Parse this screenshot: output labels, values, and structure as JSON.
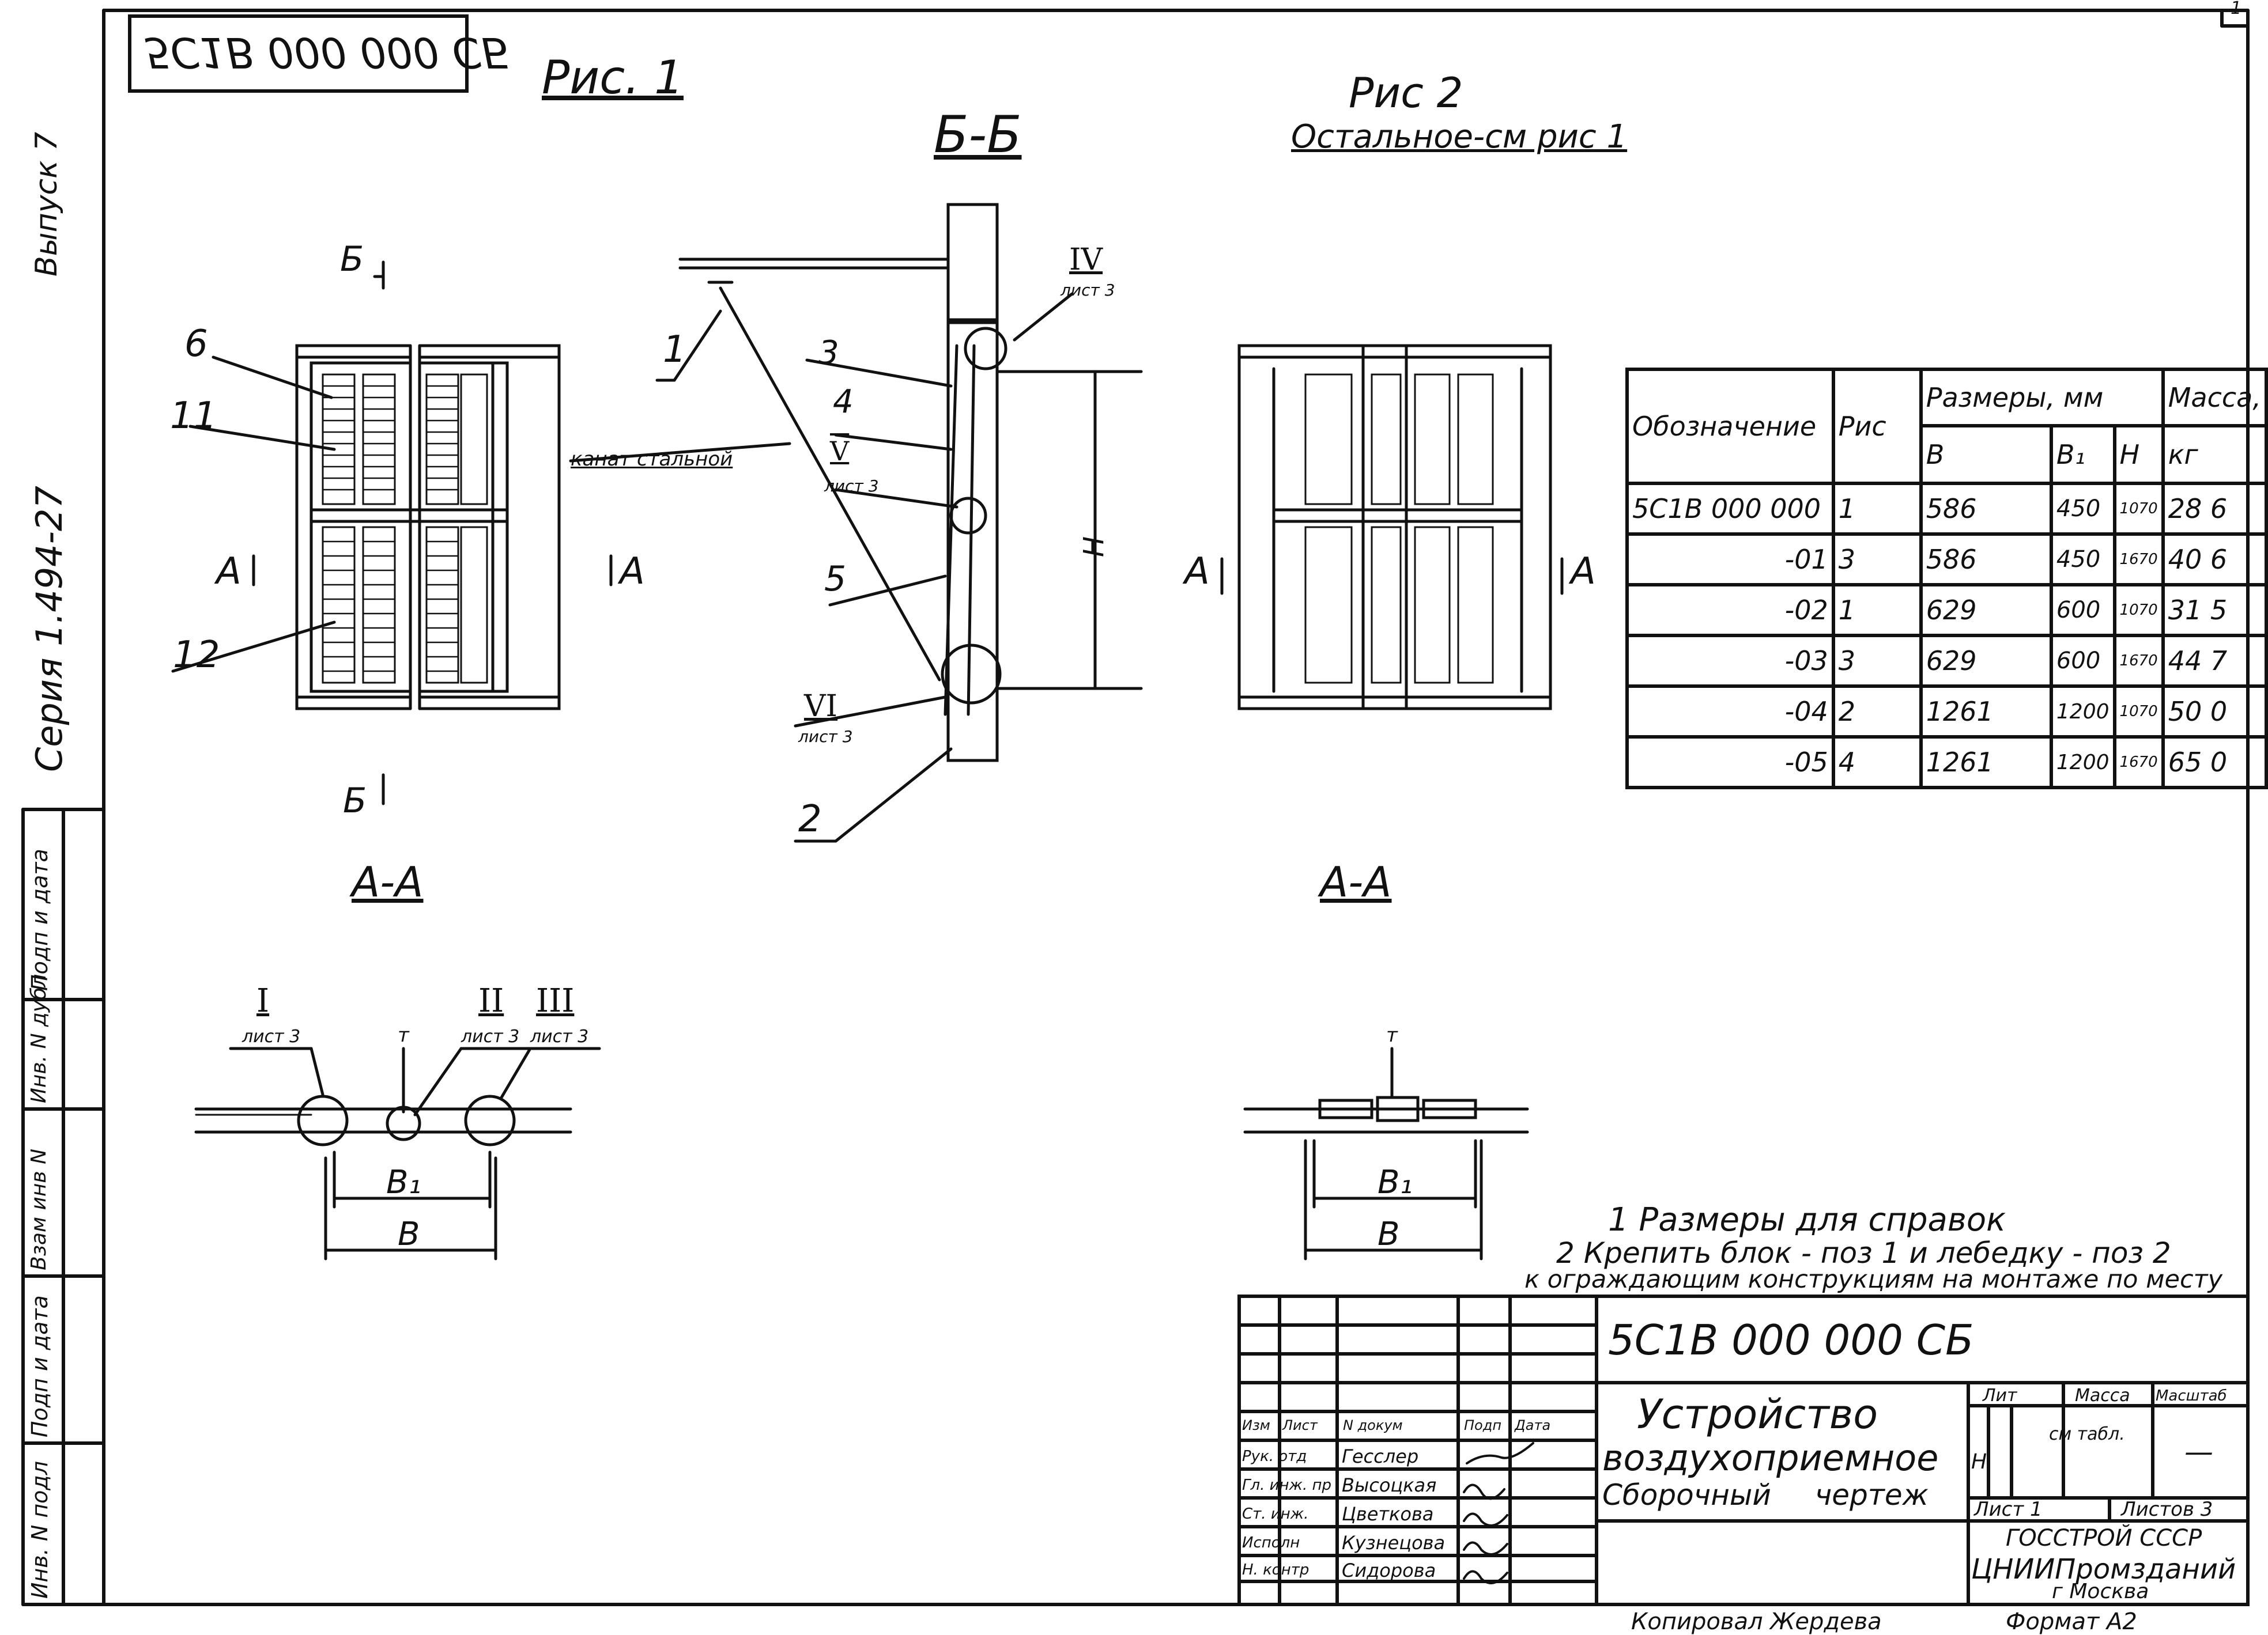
{
  "stamp_code_mirrored": "5С1В 000 000 СБ",
  "figure1": {
    "title": "Рис. 1",
    "section_BB": "Б-Б",
    "section_AA": "А-А",
    "arrow_B": "Б",
    "arrow_A": "А",
    "positions": [
      "6",
      "11",
      "12"
    ]
  },
  "figure_side": {
    "positions": [
      "1",
      "2",
      "3",
      "4",
      "5"
    ],
    "rope_label": "канат стальной",
    "callouts": [
      {
        "num": "IV",
        "sheet": "лист 3"
      },
      {
        "num": "V",
        "sheet": "лист 3"
      },
      {
        "num": "VI",
        "sheet": "лист 3"
      }
    ],
    "height_label": "Н"
  },
  "figure2": {
    "title": "Рис 2",
    "subtitle": "Остальное-см рис 1",
    "section_AA": "А-А",
    "arrow_A": "А"
  },
  "plan_callouts": [
    {
      "num": "I",
      "sheet": "лист 3"
    },
    {
      "num": "II",
      "sheet": "лист 3"
    },
    {
      "num": "III",
      "sheet": "лист 3"
    }
  ],
  "dim_labels": {
    "B1": "В₁",
    "B": "В",
    "T": "т"
  },
  "table": {
    "headers": {
      "designation": "Обозначение",
      "fig": "Рис",
      "dims": "Размеры, мм",
      "mass": "Масса,",
      "mass_unit": "кг",
      "B": "В",
      "B1": "В₁",
      "H": "Н"
    },
    "rows": [
      {
        "designation": "5С1В 000 000",
        "fig": "1",
        "B": "586",
        "B1": "450",
        "H": "1070",
        "mass": "28 6"
      },
      {
        "designation": "-01",
        "fig": "3",
        "B": "586",
        "B1": "450",
        "H": "1670",
        "mass": "40 6"
      },
      {
        "designation": "-02",
        "fig": "1",
        "B": "629",
        "B1": "600",
        "H": "1070",
        "mass": "31 5"
      },
      {
        "designation": "-03",
        "fig": "3",
        "B": "629",
        "B1": "600",
        "H": "1670",
        "mass": "44 7"
      },
      {
        "designation": "-04",
        "fig": "2",
        "B": "1261",
        "B1": "1200",
        "H": "1070",
        "mass": "50 0"
      },
      {
        "designation": "-05",
        "fig": "4",
        "B": "1261",
        "B1": "1200",
        "H": "1670",
        "mass": "65 0"
      }
    ]
  },
  "notes": [
    "1 Размеры для справок",
    "2 Крепить блок - поз 1 и лебедку - поз 2",
    "к ограждающим конструкциям на монтаже по месту"
  ],
  "title_block": {
    "code": "5С1В 000 000 СБ",
    "title_line1": "Устройство",
    "title_line2": "воздухоприемное",
    "title_line3": "Сборочный  чертеж",
    "col_headers": [
      "Изм",
      "Лист",
      "N докум",
      "Подп",
      "Дата"
    ],
    "people": [
      {
        "role": "Рук. отд",
        "name": "Гесслер"
      },
      {
        "role": "Гл. инж. пр",
        "name": "Высоцкая"
      },
      {
        "role": "Ст. инж.",
        "name": "Цветкова"
      },
      {
        "role": "Исполн",
        "name": "Кузнецова"
      },
      {
        "role": "Н. контр",
        "name": "Сидорова"
      }
    ],
    "lit_label": "Лит",
    "mass_label": "Масса",
    "scale_label": "Масштаб",
    "lit_value": "Н",
    "mass_value": "см табл.",
    "scale_value": "—",
    "sheet": "Лист 1",
    "sheets": "Листов 3",
    "org1": "ГОССТРОЙ  СССР",
    "org2": "ЦНИИПромзданий",
    "org3": "г Москва"
  },
  "side_strip": {
    "vypusk": "Выпуск 7",
    "seria": "Серия 1.494-27",
    "cells": [
      "Подп и дата",
      "Инв. N дубл",
      "Взам инв N",
      "Подп и дата",
      "Инв. N подл"
    ]
  },
  "footer": {
    "copied": "Копировал  Жердева",
    "format": "Формат  А2"
  },
  "page_number": "1"
}
